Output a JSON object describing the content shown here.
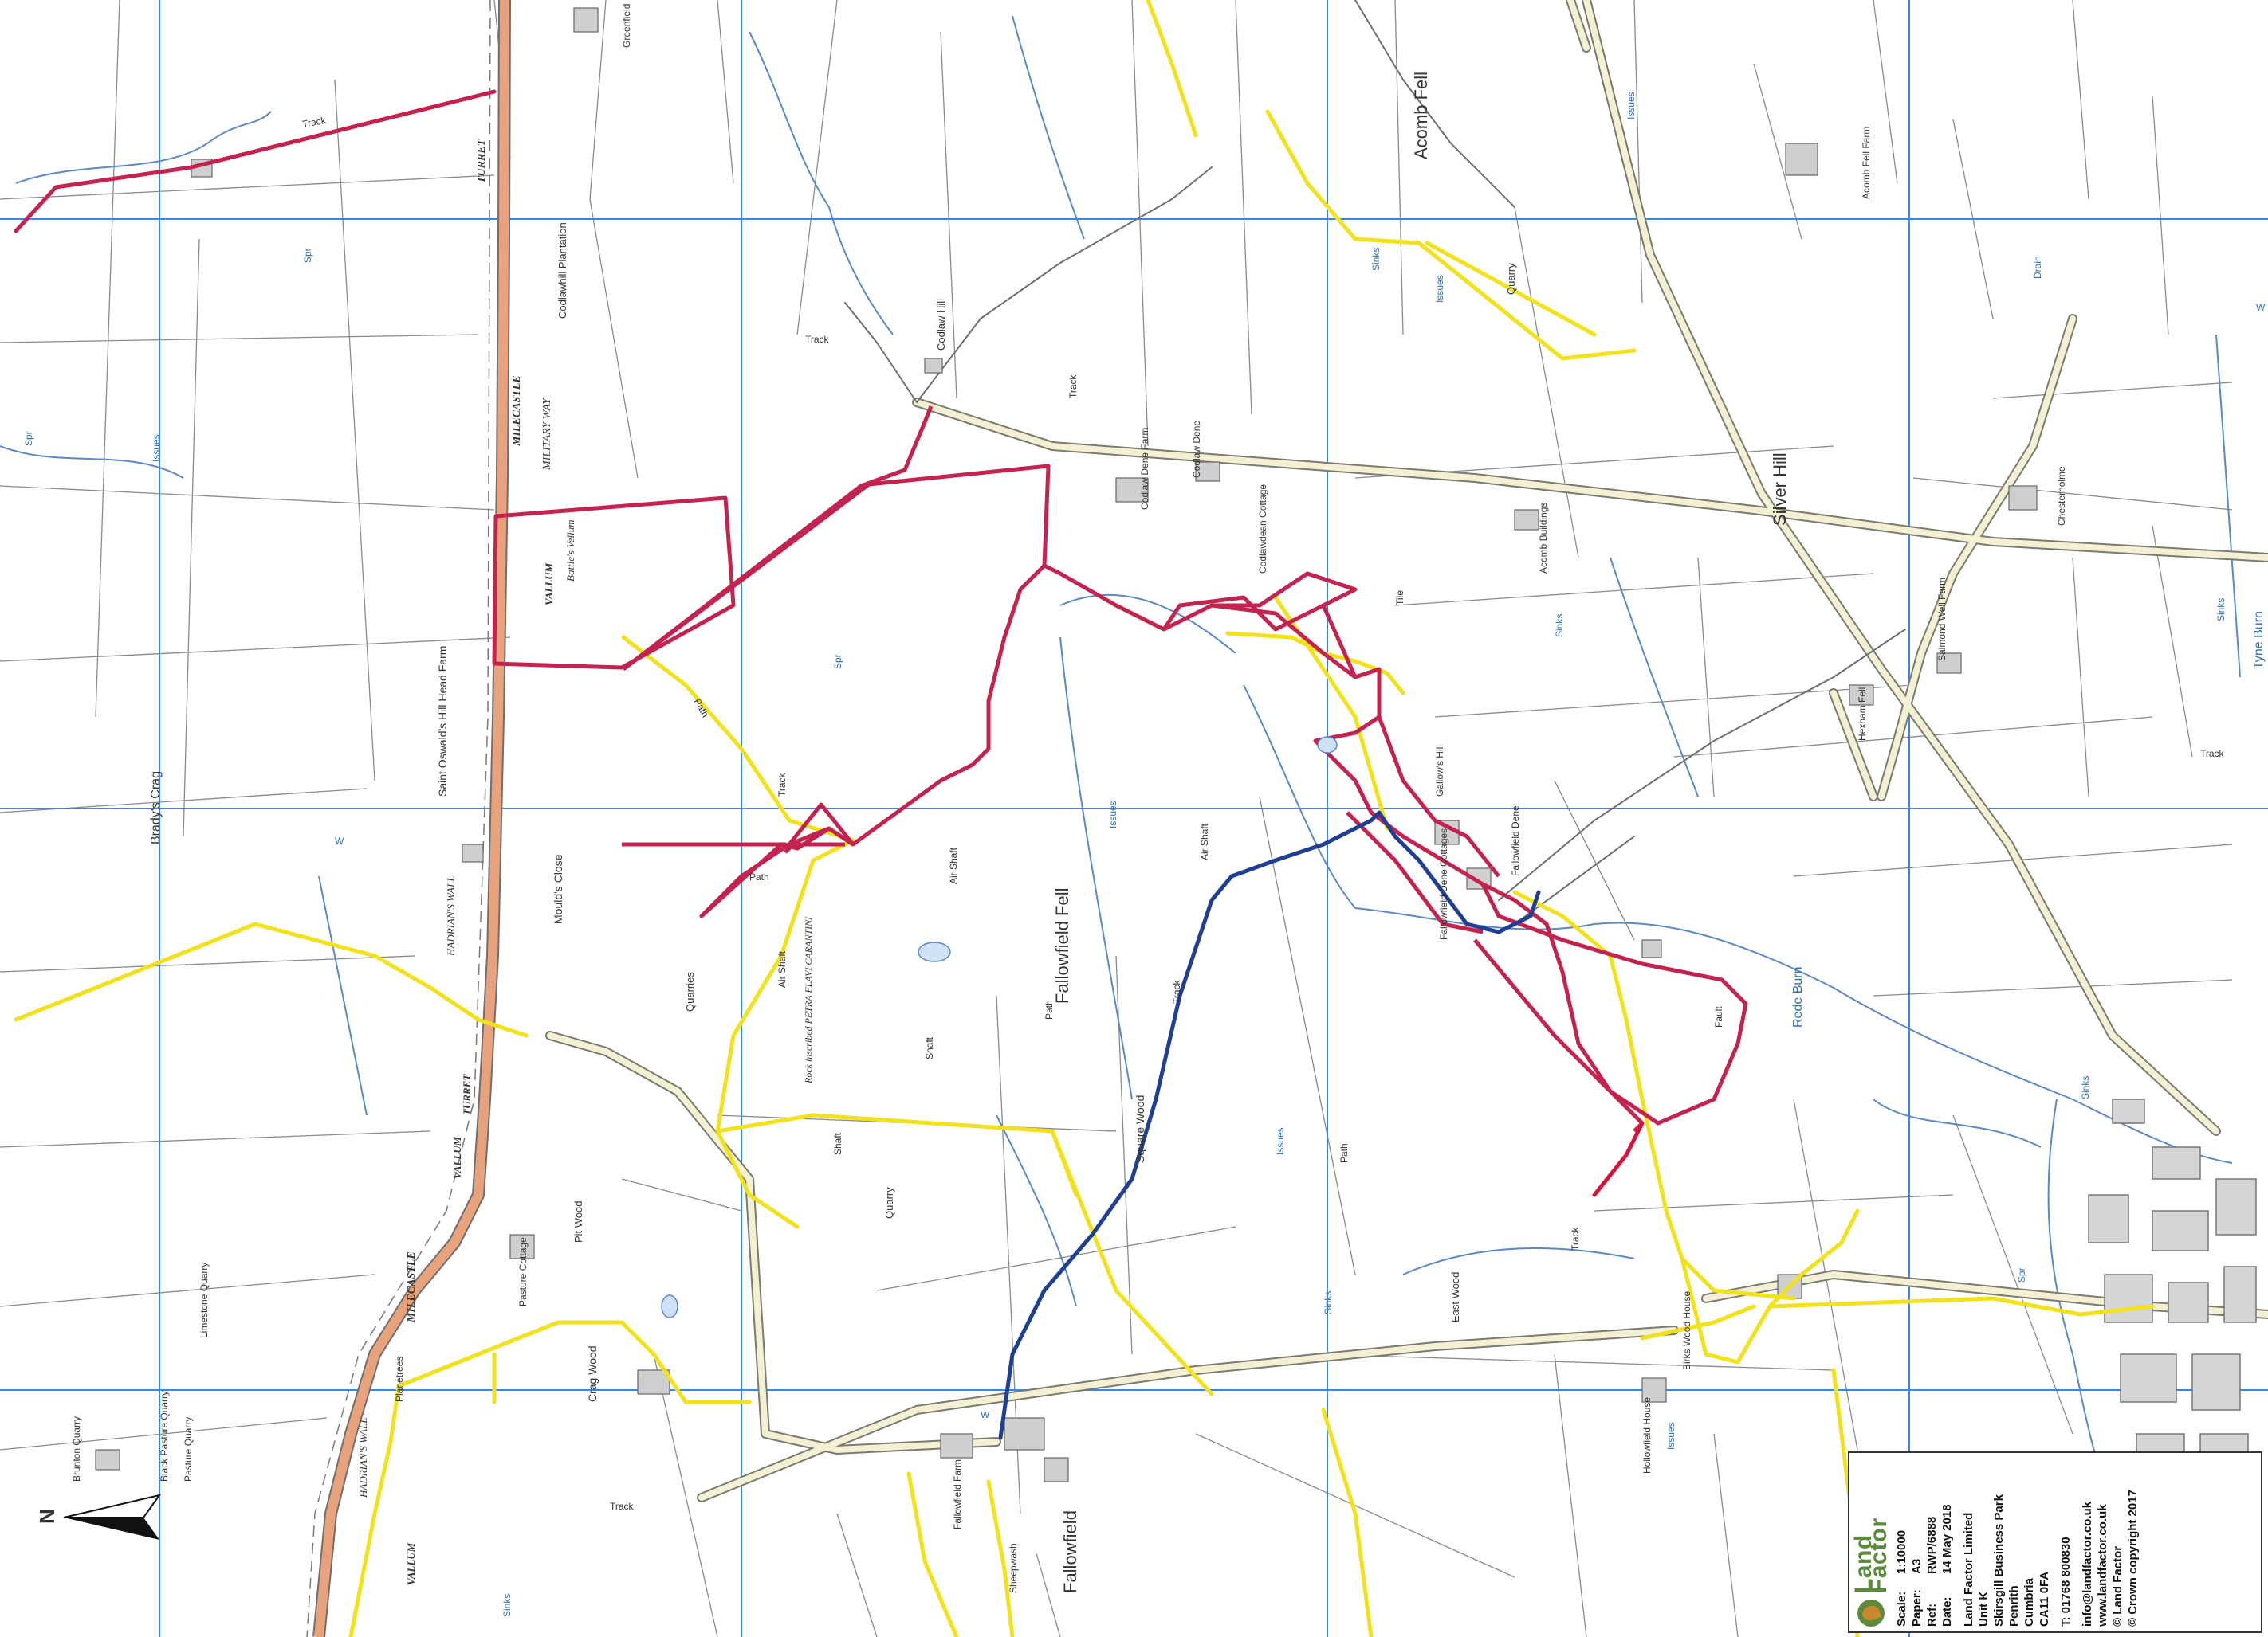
{
  "colors": {
    "boundary_red": "#c4234f",
    "boundary_yellow": "#f1e21b",
    "route_blue": "#1f3f93",
    "grid_blue": "#3a86e8",
    "military_road": "#e8a27c",
    "road_fill": "#f3f0d4",
    "linework": "#6f6f6f"
  },
  "places": [
    {
      "text": "Acomb Fell"
    },
    {
      "text": "Silver Hill"
    },
    {
      "text": "Fallowfield Fell"
    },
    {
      "text": "Fallowfield"
    },
    {
      "text": "Brady's Crag"
    },
    {
      "text": "Saint Oswald's Hill Head Farm"
    },
    {
      "text": "Codlaw Hill"
    },
    {
      "text": "Codlawhill Plantation"
    },
    {
      "text": "Codlaw Dene Farm"
    },
    {
      "text": "Codlaw Dene"
    },
    {
      "text": "Codlawdean Cottage"
    },
    {
      "text": "Acomb Buildings"
    },
    {
      "text": "Chesterholme"
    },
    {
      "text": "Salmond Well Farm"
    },
    {
      "text": "Fallowfield Dene"
    },
    {
      "text": "Fallowfield Dene Cottages"
    },
    {
      "text": "Square Wood"
    },
    {
      "text": "Crag Wood"
    },
    {
      "text": "Pit Wood"
    },
    {
      "text": "Pasture Quarry"
    },
    {
      "text": "Limestone Quarry"
    },
    {
      "text": "Brunton Quarry"
    },
    {
      "text": "Black Pasture Quarry"
    },
    {
      "text": "Planetrees"
    },
    {
      "text": "Pasture Cottage"
    },
    {
      "text": "Sheepwash"
    },
    {
      "text": "Fallowfield Farm"
    },
    {
      "text": "Hollowfield House"
    },
    {
      "text": "Birks Wood House"
    },
    {
      "text": "East Wood"
    },
    {
      "text": "Hexham Fell"
    },
    {
      "text": "Acomb Fell Farm"
    },
    {
      "text": "Quarries"
    },
    {
      "text": "Quarry"
    },
    {
      "text": "Shaft"
    },
    {
      "text": "Air Shaft"
    },
    {
      "text": "Rock inscribed PETRA FLAVI CARANTINI"
    },
    {
      "text": "Mould's Close"
    },
    {
      "text": "Gallow's Hill"
    },
    {
      "text": "Greenfield"
    }
  ],
  "historic": [
    {
      "text": "TURRET"
    },
    {
      "text": "MILECASTLE"
    },
    {
      "text": "MILITARY WAY"
    },
    {
      "text": "VALLUM"
    },
    {
      "text": "HADRIAN'S WALL"
    },
    {
      "text": "Battle's Vellum"
    }
  ],
  "minor_labels": [
    {
      "text": "Track"
    },
    {
      "text": "Path"
    },
    {
      "text": "Issues"
    },
    {
      "text": "Sinks"
    },
    {
      "text": "Spr"
    },
    {
      "text": "W"
    },
    {
      "text": "Drain"
    },
    {
      "text": "Fault"
    },
    {
      "text": "Tile"
    }
  ],
  "water": [
    {
      "text": "Rede Burn"
    },
    {
      "text": "Tyne Burn"
    }
  ],
  "legend": {
    "brand": "Land Factor",
    "scale_label": "Scale:",
    "scale_value": "1:10000",
    "paper_label": "Paper:",
    "paper_value": "A3",
    "ref_label": "Ref:",
    "ref_value": "RWP/6888",
    "date_label": "Date:",
    "date_value": "14 May 2018",
    "address": [
      "Land Factor Limited",
      "Unit K",
      "Skirsgill Business Park",
      "Penrith",
      "Cumbria",
      "CA11 0FA"
    ],
    "phone": "T: 01768 800830",
    "email": "info@landfactor.co.uk",
    "website": "www.landfactor.co.uk",
    "copyright_1": "© Land Factor",
    "copyright_2": "© Crown copyright 2017"
  },
  "north_arrow": {
    "letter": "N"
  }
}
